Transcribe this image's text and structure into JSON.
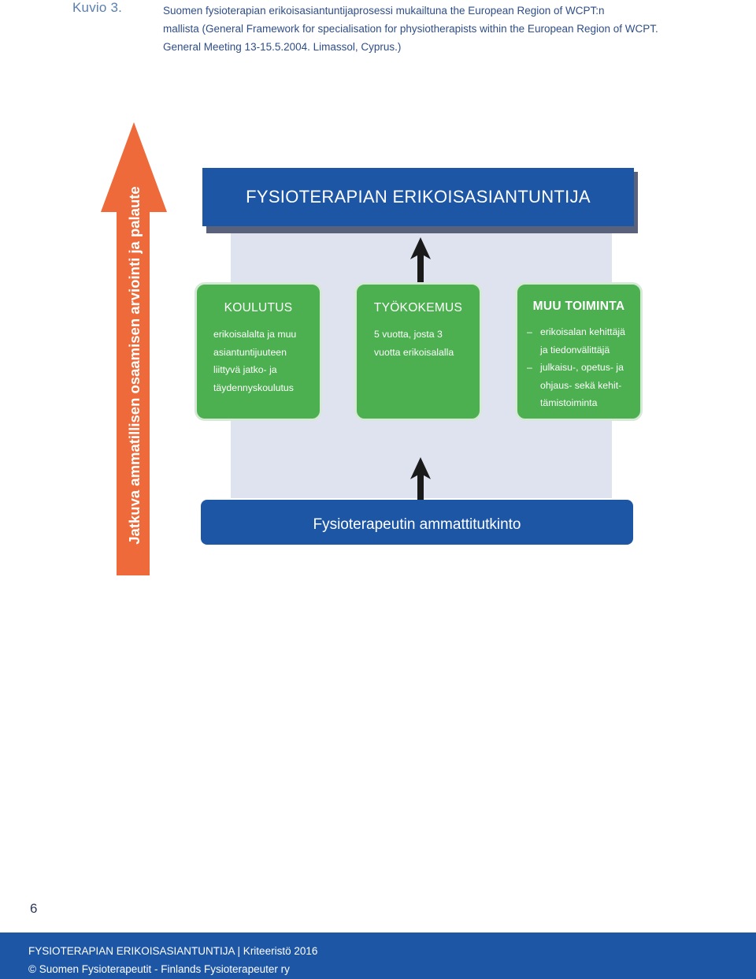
{
  "figure_label": "Kuvio 3.",
  "caption_lines": [
    "Suomen fysioterapian erikoisasiantuntijaprosessi mukailtuna the European Region of WCPT:n",
    "mallista (General Framework for specialisation for physiotherapists within the European Region of WCPT.",
    "General Meeting 13-15.5.2004. Limassol, Cyprus.)"
  ],
  "side_arrow_label": "Jatkuva ammatillisen osaamisen arviointi ja palaute",
  "top_box_label": "FYSIOTERAPIAN ERIKOISASIANTUNTIJA",
  "bottom_box_label": "Fysioterapeutin ammattitutkinto",
  "boxes": [
    {
      "title": "KOULUTUS",
      "lines": [
        "erikoisalalta ja muu",
        "asiantuntijuuteen",
        "liittyvä jatko- ja",
        "täydennyskoulutus"
      ]
    },
    {
      "title": "TYÖKOKEMUS",
      "lines": [
        "5 vuotta, josta 3",
        "vuotta erikoisalalla"
      ]
    },
    {
      "title": "MUU TOIMINTA",
      "items": [
        {
          "dash": "–",
          "text": "erikoisalan kehittäjä"
        },
        {
          "dash": "",
          "text": "ja tiedonvälittäjä"
        },
        {
          "dash": "–",
          "text": "julkaisu-, opetus- ja"
        },
        {
          "dash": "",
          "text": "ohjaus- sekä kehit-"
        },
        {
          "dash": "",
          "text": "tämistoiminta"
        }
      ]
    }
  ],
  "page_number": "6",
  "footer": {
    "line1": "FYSIOTERAPIAN ERIKOISASIANTUNTIJA | Kriteeristö 2016",
    "line2": "© Suomen Fysioterapeutit - Finlands Fysioterapeuter ry"
  },
  "colors": {
    "blue": "#1d56a5",
    "green": "#4caf50",
    "orange": "#ef6a3a",
    "panel": "#dfe3ef"
  }
}
